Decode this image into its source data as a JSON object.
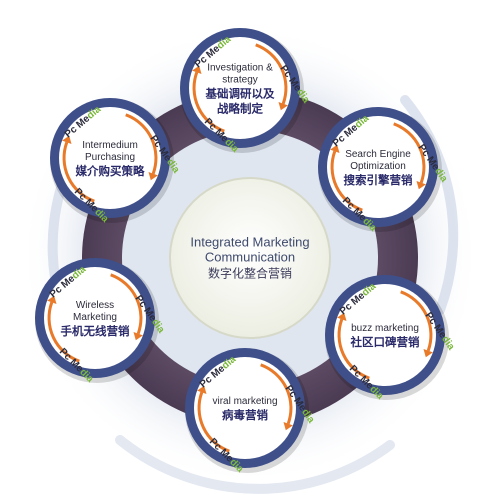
{
  "colors": {
    "ring_outer": "#3f4f8a",
    "ring_inner": "#ffffff",
    "hub_fill": "#f4f5ee",
    "arrow": "#e87a2a",
    "brand_green": "#7ab83a",
    "brand_dark": "#2c2c3c"
  },
  "brand": {
    "prefix": "Pc Me",
    "suffix": "dia"
  },
  "hub": {
    "en": "Integrated Marketing Communication",
    "zh": "数字化整合营销"
  },
  "nodes": [
    {
      "id": "investigation",
      "en": "Investigation & strategy",
      "zh": "基础调研以及战略制定"
    },
    {
      "id": "seo",
      "en": "Search Engine Optimization",
      "zh": "搜索引擎营销"
    },
    {
      "id": "buzz",
      "en": "buzz marketing",
      "zh": "社区口碑营销"
    },
    {
      "id": "viral",
      "en": "viral marketing",
      "zh": "病毒营销"
    },
    {
      "id": "wireless",
      "en": "Wireless Marketing",
      "zh": "手机无线营销"
    },
    {
      "id": "intermedium",
      "en": "Intermedium Purchasing",
      "zh": "媒介购买策略"
    }
  ]
}
